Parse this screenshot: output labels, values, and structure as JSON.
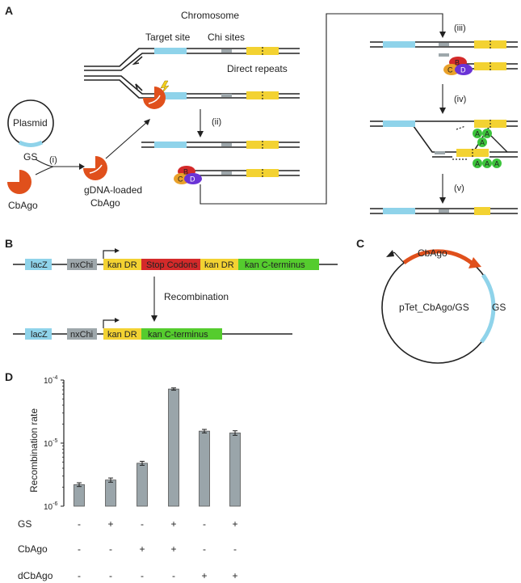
{
  "panel_a": {
    "letter": "A",
    "chromosome": "Chromosome",
    "target_site": "Target site",
    "chi_sites": "Chi sites",
    "direct_repeats": "Direct repeats",
    "plasmid": "Plasmid",
    "gs": "GS",
    "cbago": "CbAgo",
    "gdna_loaded_1": "gDNA-loaded",
    "gdna_loaded_2": "CbAgo",
    "step_i": "(i)",
    "step_ii": "(ii)",
    "step_iii": "(iii)",
    "step_iv": "(iv)",
    "step_v": "(v)",
    "protein_b": "B",
    "protein_c": "C",
    "protein_d": "D",
    "protein_a": "A"
  },
  "panel_b": {
    "letter": "B",
    "lacz": "lacZ",
    "nxchi": "nxChi",
    "kan_dr": "kan DR",
    "stop_codons": "Stop Codons",
    "kan_c_terminus": "kan C-terminus",
    "recombination": "Recombination"
  },
  "panel_c": {
    "letter": "C",
    "cbago": "CbAgo",
    "plasmid_name": "pTet_CbAgo/GS",
    "gs": "GS"
  },
  "chart_data": {
    "type": "bar",
    "panel_letter": "D",
    "ylabel": "Recombination rate",
    "yscale": "log",
    "ylim": [
      1e-06,
      0.0001
    ],
    "ytick_labels": [
      {
        "base": "10",
        "exp": "-4",
        "value": 0.0001
      },
      {
        "base": "10",
        "exp": "-5",
        "value": 1e-05
      },
      {
        "base": "10",
        "exp": "-6",
        "value": 1e-06
      }
    ],
    "values": [
      2.2e-06,
      2.6e-06,
      4.8e-06,
      7.2e-05,
      1.55e-05,
      1.45e-05
    ],
    "errors": [
      1.5e-07,
      2e-07,
      3.5e-07,
      3e-06,
      1e-06,
      1.2e-06
    ],
    "bar_color": "#9aa5aa",
    "conditions": [
      {
        "name": "GS",
        "signs": [
          "-",
          "+",
          "-",
          "+",
          "-",
          "+"
        ]
      },
      {
        "name": "CbAgo",
        "signs": [
          "-",
          "-",
          "+",
          "+",
          "-",
          "-"
        ]
      },
      {
        "name": "dCbAgo",
        "signs": [
          "-",
          "-",
          "-",
          "-",
          "+",
          "+"
        ]
      }
    ]
  },
  "colors": {
    "target_site": "#8fd3ea",
    "chi_site": "#9ea7ab",
    "direct_repeat": "#f3d232",
    "cbago": "#e0501c",
    "protein_b": "#d42a2a",
    "protein_c": "#e9a12a",
    "protein_d": "#6a33d6",
    "protein_a": "#3cc53c",
    "lacz": "#8fd3ea",
    "stop_codons": "#d42a2a",
    "kan_c_terminus": "#55cc2e"
  }
}
